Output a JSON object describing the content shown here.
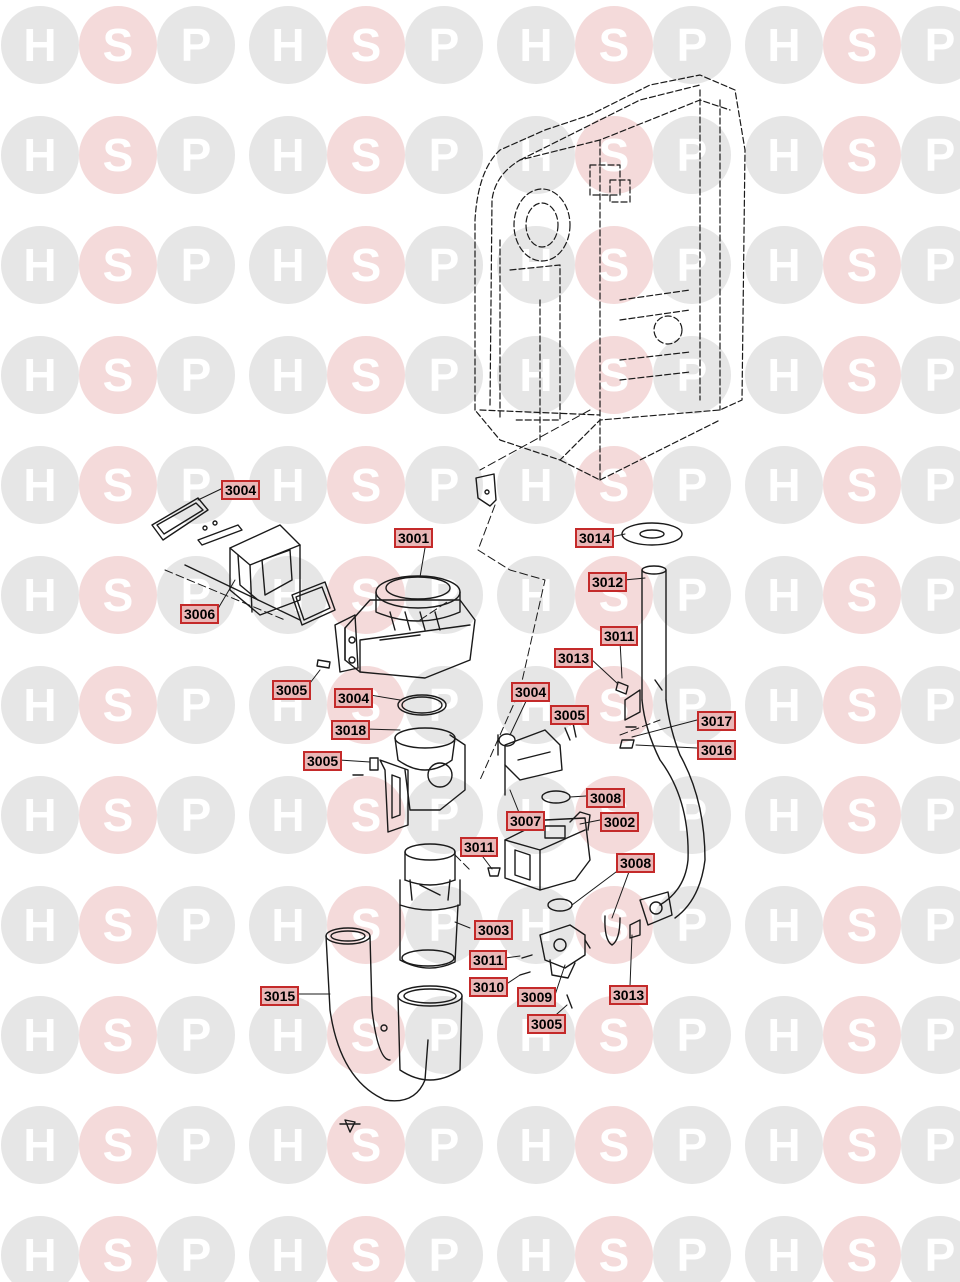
{
  "watermark": {
    "letters": [
      "H",
      "S",
      "P"
    ],
    "colors": {
      "h": "#e6e6e6",
      "s": "#f4dada",
      "text": "#ffffff"
    }
  },
  "colors": {
    "tag_fill": "#e9b7b7",
    "tag_border": "#c42a2a",
    "line": "#1a1a1a"
  },
  "callouts": [
    {
      "id": "3004_a",
      "label": "3004"
    },
    {
      "id": "3001",
      "label": "3001"
    },
    {
      "id": "3006",
      "label": "3006"
    },
    {
      "id": "3005_a",
      "label": "3005"
    },
    {
      "id": "3004_b",
      "label": "3004"
    },
    {
      "id": "3018",
      "label": "3018"
    },
    {
      "id": "3005_b",
      "label": "3005"
    },
    {
      "id": "3004_c",
      "label": "3004"
    },
    {
      "id": "3005_c",
      "label": "3005"
    },
    {
      "id": "3007",
      "label": "3007"
    },
    {
      "id": "3014",
      "label": "3014"
    },
    {
      "id": "3012",
      "label": "3012"
    },
    {
      "id": "3011_a",
      "label": "3011"
    },
    {
      "id": "3013_a",
      "label": "3013"
    },
    {
      "id": "3017",
      "label": "3017"
    },
    {
      "id": "3016",
      "label": "3016"
    },
    {
      "id": "3008_a",
      "label": "3008"
    },
    {
      "id": "3002",
      "label": "3002"
    },
    {
      "id": "3011_b",
      "label": "3011"
    },
    {
      "id": "3008_b",
      "label": "3008"
    },
    {
      "id": "3003",
      "label": "3003"
    },
    {
      "id": "3011_c",
      "label": "3011"
    },
    {
      "id": "3010",
      "label": "3010"
    },
    {
      "id": "3009",
      "label": "3009"
    },
    {
      "id": "3013_b",
      "label": "3013"
    },
    {
      "id": "3015",
      "label": "3015"
    },
    {
      "id": "3005_d",
      "label": "3005"
    }
  ]
}
